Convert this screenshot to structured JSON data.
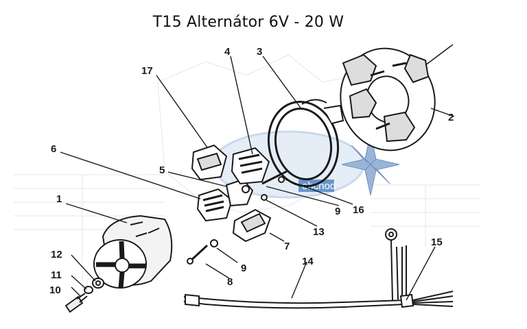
{
  "title": "T15 Alternátor 6V - 20 W",
  "watermark_text": "obchod",
  "callouts": [
    "1",
    "2",
    "3",
    "4",
    "5",
    "6",
    "7",
    "8",
    "9",
    "9",
    "10",
    "11",
    "12",
    "13",
    "14",
    "15",
    "16",
    "17"
  ],
  "colors": {
    "ink": "#1a1a1a",
    "watermark_blue": "#4a7fc0",
    "watermark_light": "#d6e3f3"
  }
}
